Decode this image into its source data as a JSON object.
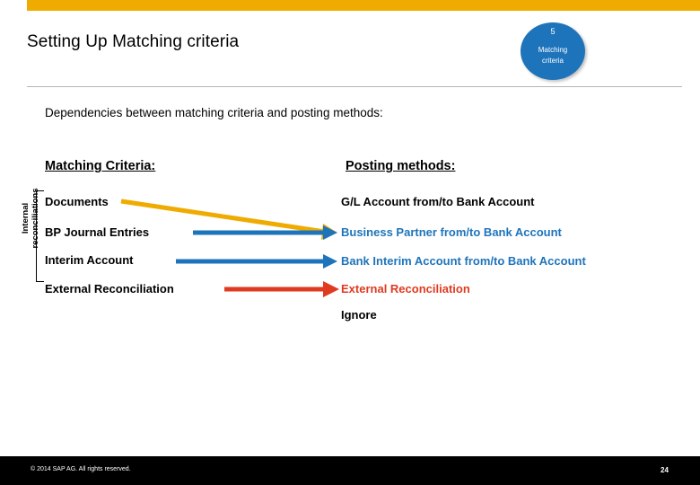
{
  "slide": {
    "title": "Setting Up Matching criteria",
    "subtitle": "Dependencies between matching criteria and posting methods:",
    "badge": {
      "number": "5",
      "line1": "Matching",
      "line2": "criteria"
    },
    "columns": {
      "left_header": "Matching Criteria:",
      "right_header": "Posting methods:"
    },
    "left_items": [
      "Documents",
      "BP Journal Entries",
      "Interim Account",
      "External Reconciliation"
    ],
    "right_items": [
      "G/L Account from/to Bank Account",
      "Business Partner from/to Bank Account",
      "Bank Interim Account from/to Bank Account",
      "External Reconciliation",
      "Ignore"
    ],
    "side_label_line1": "Internal",
    "side_label_line2": "reconciliations",
    "colors": {
      "accent_yellow": "#f0ab00",
      "badge_blue": "#1e74bb",
      "text_blue": "#1e74bb",
      "text_red": "#e03a20",
      "arrow_yellow": "#f0ab00",
      "arrow_blue": "#1e74bb",
      "arrow_red": "#e03a20"
    }
  },
  "footer": {
    "copyright": "© 2014 SAP AG. All rights reserved.",
    "page_number": "24"
  }
}
